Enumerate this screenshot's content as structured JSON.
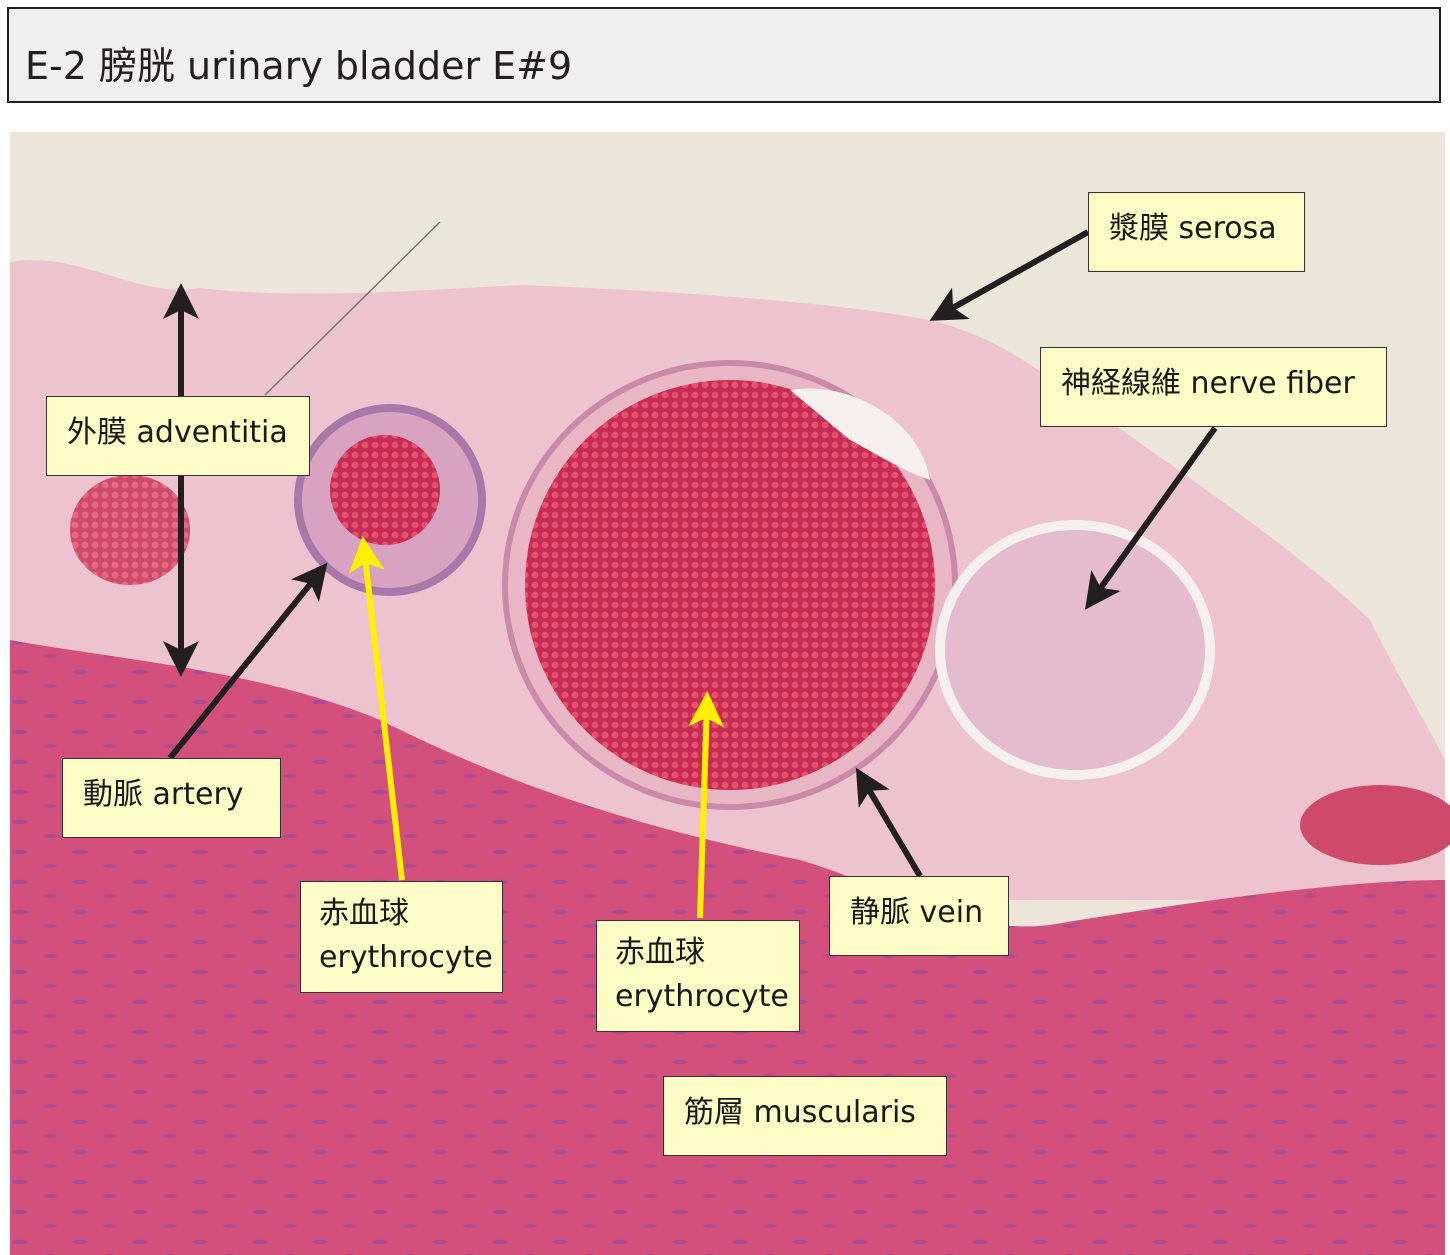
{
  "title": "E-2 膀胱 urinary bladder E#9",
  "labels": {
    "serosa": "漿膜 serosa",
    "nerve_fiber": "神経線維 nerve fiber",
    "adventitia": "外膜 adventitia",
    "artery": "動脈 artery",
    "erythrocyte_1_jp": "赤血球",
    "erythrocyte_1_en": "erythrocyte",
    "erythrocyte_2_jp": "赤血球",
    "erythrocyte_2_en": "erythrocyte",
    "vein": "静脈 vein",
    "muscularis": "筋層 muscularis"
  },
  "colors": {
    "label_bg": "#fdfbc6",
    "arrow_black": "#231f20",
    "arrow_yellow": "#ffef00"
  }
}
